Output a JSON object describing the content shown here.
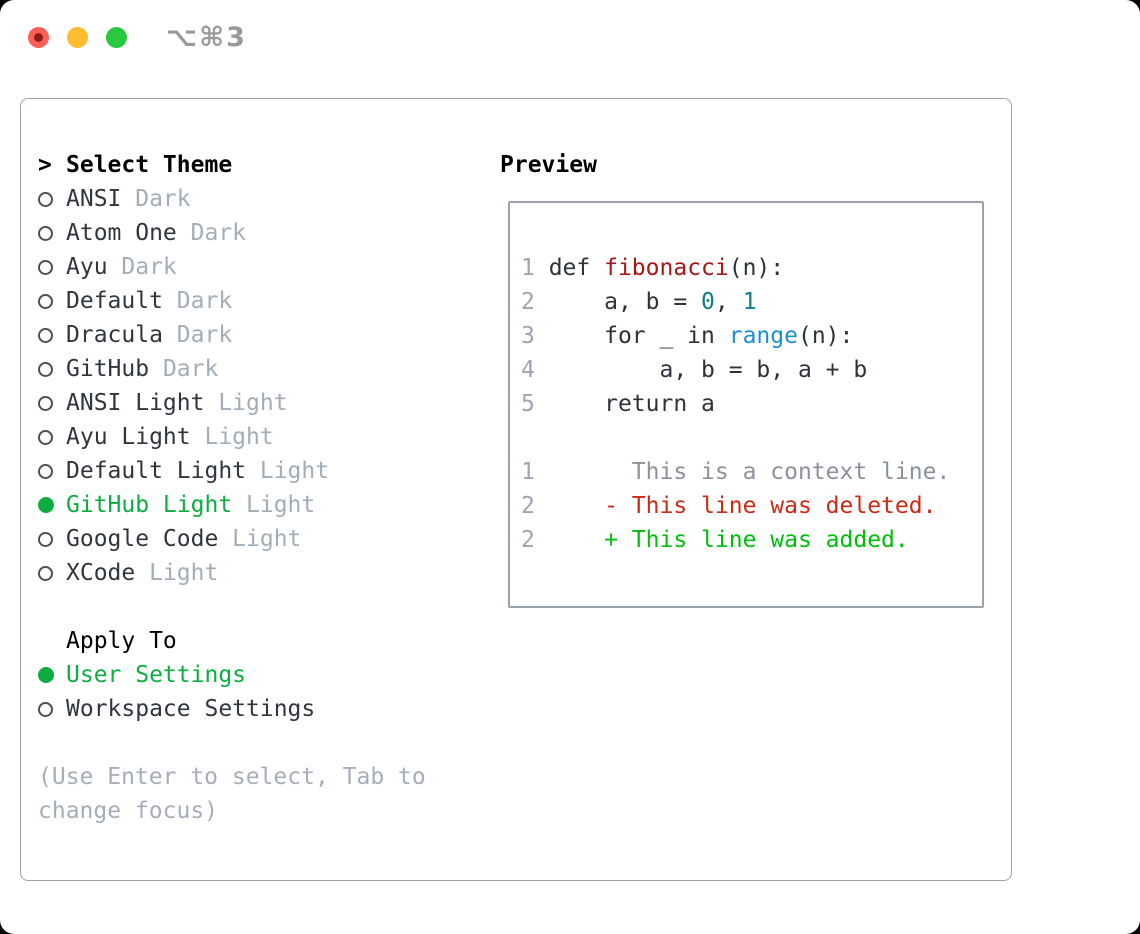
{
  "titlebar": {
    "shortcut": "⌥⌘3"
  },
  "theme_menu": {
    "header_marker": ">",
    "header": "Select Theme",
    "items": [
      {
        "label": "ANSI",
        "variant": "Dark",
        "selected": false
      },
      {
        "label": "Atom One",
        "variant": "Dark",
        "selected": false
      },
      {
        "label": "Ayu",
        "variant": "Dark",
        "selected": false
      },
      {
        "label": "Default",
        "variant": "Dark",
        "selected": false
      },
      {
        "label": "Dracula",
        "variant": "Dark",
        "selected": false
      },
      {
        "label": "GitHub",
        "variant": "Dark",
        "selected": false
      },
      {
        "label": "ANSI Light",
        "variant": "Light",
        "selected": false
      },
      {
        "label": "Ayu Light",
        "variant": "Light",
        "selected": false
      },
      {
        "label": "Default Light",
        "variant": "Light",
        "selected": false
      },
      {
        "label": "GitHub Light",
        "variant": "Light",
        "selected": true
      },
      {
        "label": "Google Code",
        "variant": "Light",
        "selected": false
      },
      {
        "label": "XCode",
        "variant": "Light",
        "selected": false
      }
    ]
  },
  "apply_to": {
    "header": "Apply To",
    "options": [
      {
        "label": "User Settings",
        "selected": true
      },
      {
        "label": "Workspace Settings",
        "selected": false
      }
    ]
  },
  "hint": {
    "line1": "(Use Enter to select, Tab to",
    "line2": "change focus)"
  },
  "preview": {
    "header": "Preview",
    "code_lines": [
      {
        "num": "1",
        "seg_a": " def ",
        "seg_fn": "fibonacci",
        "seg_b": "(n):"
      },
      {
        "num": "2",
        "seg_a": "     a, b = ",
        "seg_n1": "0",
        "seg_b": ", ",
        "seg_n2": "1"
      },
      {
        "num": "3",
        "seg_a": "     for _ in ",
        "seg_call": "range",
        "seg_b": "(n):"
      },
      {
        "num": "4",
        "seg_a": "         a, b = b, a + b"
      },
      {
        "num": "5",
        "seg_a": "     return a"
      }
    ],
    "diff_lines": [
      {
        "num": "1",
        "text": "       This is a context line.",
        "kind": "context"
      },
      {
        "num": "2",
        "text": "     - This line was deleted.",
        "kind": "deleted"
      },
      {
        "num": "2",
        "text": "     + This line was added.",
        "kind": "added"
      }
    ]
  },
  "colors": {
    "selection_green": "#0ead41",
    "diff_added_green": "#00bf0c",
    "diff_deleted_red": "#cb2a15",
    "function_red": "#a81616",
    "number_teal": "#0e7f87",
    "call_blue": "#1b90cf",
    "muted_gray": "#a2adb8",
    "border_gray": "#99a2ad",
    "traffic_red": "#ff5f57",
    "traffic_yellow": "#febc2e",
    "traffic_green": "#28c840"
  }
}
